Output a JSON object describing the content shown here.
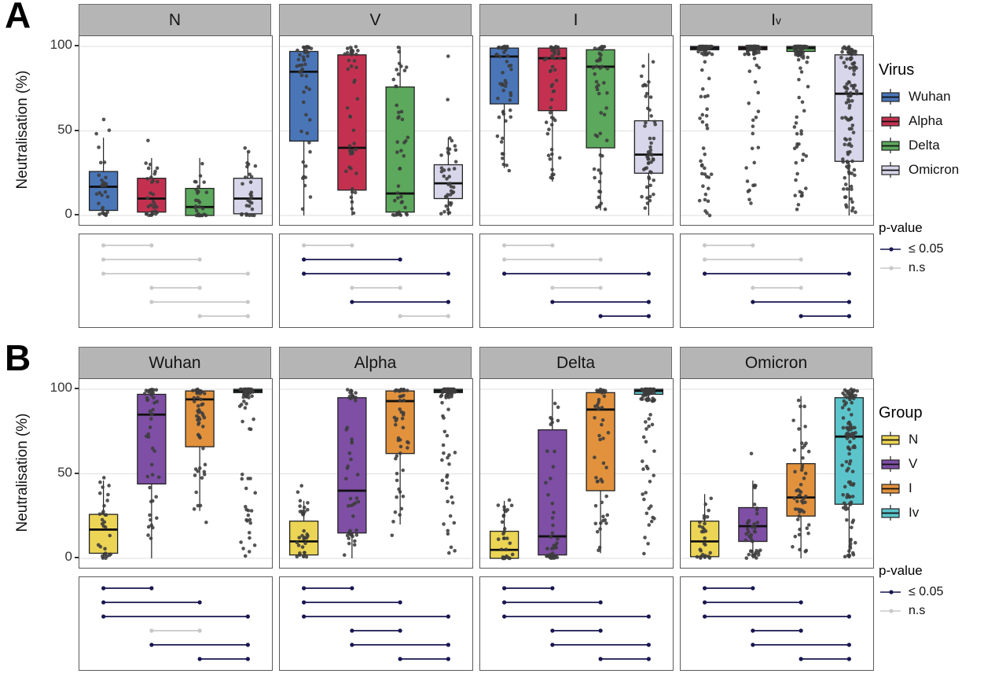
{
  "colors": {
    "strip_bg": "#b5b5b5",
    "grid": "#e4e4e4",
    "panel_border": "#5a5a5a",
    "point": "#3c3c3c",
    "box_stroke": "#222222",
    "sig": "#17164f",
    "ns": "#c8c8c8"
  },
  "chart_data": [
    {
      "panel": "A",
      "type": "boxplot",
      "ylabel": "Neutralisation (%)",
      "ylim": [
        0,
        100
      ],
      "yticks": [
        100,
        50,
        0
      ],
      "legend_title": "Virus",
      "legend": [
        {
          "label": "Wuhan",
          "color": "#4a76b8"
        },
        {
          "label": "Alpha",
          "color": "#c43150"
        },
        {
          "label": "Delta",
          "color": "#5ca85c"
        },
        {
          "label": "Omicron",
          "color": "#d8d6ea"
        }
      ],
      "pvalue": {
        "title": "p-value",
        "sig": "≤ 0.05",
        "ns": "n.s"
      },
      "facets": [
        {
          "title": "N",
          "sub": "",
          "boxes": [
            {
              "g": "Wuhan",
              "c": "#4a76b8",
              "lo": 0,
              "q1": 3,
              "med": 17,
              "q3": 26,
              "hi": 46,
              "pmin": 0,
              "pmax": 61,
              "n": 30,
              "out": 0.15
            },
            {
              "g": "Alpha",
              "c": "#c43150",
              "lo": 0,
              "q1": 2,
              "med": 10,
              "q3": 22,
              "hi": 34,
              "pmin": 0,
              "pmax": 45,
              "n": 32,
              "out": 0.15
            },
            {
              "g": "Delta",
              "c": "#5ca85c",
              "lo": 0,
              "q1": 0,
              "med": 5,
              "q3": 16,
              "hi": 34,
              "pmin": 0,
              "pmax": 40,
              "n": 30,
              "out": 0.15
            },
            {
              "g": "Omicron",
              "c": "#d8d6ea",
              "lo": 0,
              "q1": 1,
              "med": 10,
              "q3": 22,
              "hi": 38,
              "pmin": 0,
              "pmax": 40,
              "n": 28,
              "out": 0.15
            }
          ],
          "sig": [
            {
              "a": 0,
              "b": 1,
              "s": false
            },
            {
              "a": 0,
              "b": 2,
              "s": false
            },
            {
              "a": 0,
              "b": 3,
              "s": false
            },
            {
              "a": 1,
              "b": 2,
              "s": false
            },
            {
              "a": 1,
              "b": 3,
              "s": false
            },
            {
              "a": 2,
              "b": 3,
              "s": false
            }
          ]
        },
        {
          "title": "V",
          "sub": "",
          "boxes": [
            {
              "g": "Wuhan",
              "c": "#4a76b8",
              "lo": 0,
              "q1": 44,
              "med": 85,
              "q3": 97,
              "hi": 100,
              "pmin": 0,
              "pmax": 100,
              "n": 46,
              "out": 0.08
            },
            {
              "g": "Alpha",
              "c": "#c43150",
              "lo": 0,
              "q1": 15,
              "med": 40,
              "q3": 95,
              "hi": 100,
              "pmin": 0,
              "pmax": 100,
              "n": 46,
              "out": 0.08
            },
            {
              "g": "Delta",
              "c": "#5ca85c",
              "lo": 0,
              "q1": 2,
              "med": 13,
              "q3": 76,
              "hi": 100,
              "pmin": 0,
              "pmax": 100,
              "n": 44,
              "out": 0.08
            },
            {
              "g": "Omicron",
              "c": "#d8d6ea",
              "lo": 0,
              "q1": 10,
              "med": 19,
              "q3": 30,
              "hi": 46,
              "pmin": 0,
              "pmax": 100,
              "n": 40,
              "out": 0.1
            }
          ],
          "sig": [
            {
              "a": 0,
              "b": 1,
              "s": false
            },
            {
              "a": 0,
              "b": 2,
              "s": true
            },
            {
              "a": 0,
              "b": 3,
              "s": true
            },
            {
              "a": 1,
              "b": 2,
              "s": false
            },
            {
              "a": 1,
              "b": 3,
              "s": true
            },
            {
              "a": 2,
              "b": 3,
              "s": false
            }
          ]
        },
        {
          "title": "I",
          "sub": "",
          "boxes": [
            {
              "g": "Wuhan",
              "c": "#4a76b8",
              "lo": 28,
              "q1": 66,
              "med": 94,
              "q3": 99,
              "hi": 100,
              "pmin": 15,
              "pmax": 100,
              "n": 52,
              "out": 0.12
            },
            {
              "g": "Alpha",
              "c": "#c43150",
              "lo": 20,
              "q1": 62,
              "med": 93,
              "q3": 99,
              "hi": 100,
              "pmin": 10,
              "pmax": 100,
              "n": 52,
              "out": 0.12
            },
            {
              "g": "Delta",
              "c": "#5ca85c",
              "lo": 3,
              "q1": 40,
              "med": 88,
              "q3": 98,
              "hi": 100,
              "pmin": 0,
              "pmax": 100,
              "n": 52,
              "out": 0.12
            },
            {
              "g": "Omicron",
              "c": "#d8d6ea",
              "lo": 0,
              "q1": 25,
              "med": 36,
              "q3": 56,
              "hi": 96,
              "pmin": 0,
              "pmax": 100,
              "n": 52,
              "out": 0.15
            }
          ],
          "sig": [
            {
              "a": 0,
              "b": 1,
              "s": false
            },
            {
              "a": 0,
              "b": 2,
              "s": false
            },
            {
              "a": 0,
              "b": 3,
              "s": true
            },
            {
              "a": 1,
              "b": 2,
              "s": false
            },
            {
              "a": 1,
              "b": 3,
              "s": true
            },
            {
              "a": 2,
              "b": 3,
              "s": true
            }
          ]
        },
        {
          "title": "I",
          "sub": "v",
          "boxes": [
            {
              "g": "Wuhan",
              "c": "#4a76b8",
              "lo": 95,
              "q1": 98,
              "med": 99,
              "q3": 100,
              "hi": 100,
              "pmin": 0,
              "pmax": 100,
              "n": 85,
              "out": 0.4
            },
            {
              "g": "Alpha",
              "c": "#c43150",
              "lo": 95,
              "q1": 98,
              "med": 99,
              "q3": 100,
              "hi": 100,
              "pmin": 3,
              "pmax": 100,
              "n": 85,
              "out": 0.4
            },
            {
              "g": "Delta",
              "c": "#5ca85c",
              "lo": 93,
              "q1": 97,
              "med": 99,
              "q3": 100,
              "hi": 100,
              "pmin": 2,
              "pmax": 100,
              "n": 85,
              "out": 0.4
            },
            {
              "g": "Omicron",
              "c": "#d8d6ea",
              "lo": 0,
              "q1": 32,
              "med": 72,
              "q3": 95,
              "hi": 100,
              "pmin": 0,
              "pmax": 100,
              "n": 110,
              "out": 0.1
            }
          ],
          "sig": [
            {
              "a": 0,
              "b": 1,
              "s": false
            },
            {
              "a": 0,
              "b": 2,
              "s": false
            },
            {
              "a": 0,
              "b": 3,
              "s": true
            },
            {
              "a": 1,
              "b": 2,
              "s": false
            },
            {
              "a": 1,
              "b": 3,
              "s": true
            },
            {
              "a": 2,
              "b": 3,
              "s": true
            }
          ]
        }
      ]
    },
    {
      "panel": "B",
      "type": "boxplot",
      "ylabel": "Neutralisation (%)",
      "ylim": [
        0,
        100
      ],
      "yticks": [
        100,
        50,
        0
      ],
      "legend_title": "Group",
      "legend": [
        {
          "label": "N",
          "color": "#ecd555"
        },
        {
          "label": "V",
          "color": "#7e4fa5"
        },
        {
          "label": "I",
          "color": "#e2923d"
        },
        {
          "label": "Iv",
          "color": "#5cc5cb"
        }
      ],
      "pvalue": {
        "title": "p-value",
        "sig": "≤ 0.05",
        "ns": "n.s"
      },
      "facets": [
        {
          "title": "Wuhan",
          "sub": "",
          "boxes": [
            {
              "g": "N",
              "c": "#ecd555",
              "lo": 0,
              "q1": 3,
              "med": 17,
              "q3": 26,
              "hi": 46,
              "pmin": 0,
              "pmax": 61,
              "n": 30,
              "out": 0.15
            },
            {
              "g": "V",
              "c": "#7e4fa5",
              "lo": 0,
              "q1": 44,
              "med": 85,
              "q3": 97,
              "hi": 100,
              "pmin": 0,
              "pmax": 100,
              "n": 46,
              "out": 0.08
            },
            {
              "g": "I",
              "c": "#e2923d",
              "lo": 28,
              "q1": 66,
              "med": 94,
              "q3": 99,
              "hi": 100,
              "pmin": 15,
              "pmax": 100,
              "n": 52,
              "out": 0.12
            },
            {
              "g": "Iv",
              "c": "#5cc5cb",
              "lo": 95,
              "q1": 98,
              "med": 99,
              "q3": 100,
              "hi": 100,
              "pmin": 0,
              "pmax": 100,
              "n": 85,
              "out": 0.4
            }
          ],
          "sig": [
            {
              "a": 0,
              "b": 1,
              "s": true
            },
            {
              "a": 0,
              "b": 2,
              "s": true
            },
            {
              "a": 0,
              "b": 3,
              "s": true
            },
            {
              "a": 1,
              "b": 2,
              "s": false
            },
            {
              "a": 1,
              "b": 3,
              "s": true
            },
            {
              "a": 2,
              "b": 3,
              "s": true
            }
          ]
        },
        {
          "title": "Alpha",
          "sub": "",
          "boxes": [
            {
              "g": "N",
              "c": "#ecd555",
              "lo": 0,
              "q1": 2,
              "med": 10,
              "q3": 22,
              "hi": 34,
              "pmin": 0,
              "pmax": 45,
              "n": 32,
              "out": 0.15
            },
            {
              "g": "V",
              "c": "#7e4fa5",
              "lo": 0,
              "q1": 15,
              "med": 40,
              "q3": 95,
              "hi": 100,
              "pmin": 0,
              "pmax": 100,
              "n": 46,
              "out": 0.08
            },
            {
              "g": "I",
              "c": "#e2923d",
              "lo": 20,
              "q1": 62,
              "med": 93,
              "q3": 99,
              "hi": 100,
              "pmin": 10,
              "pmax": 100,
              "n": 52,
              "out": 0.12
            },
            {
              "g": "Iv",
              "c": "#5cc5cb",
              "lo": 95,
              "q1": 98,
              "med": 99,
              "q3": 100,
              "hi": 100,
              "pmin": 3,
              "pmax": 100,
              "n": 85,
              "out": 0.4
            }
          ],
          "sig": [
            {
              "a": 0,
              "b": 1,
              "s": true
            },
            {
              "a": 0,
              "b": 2,
              "s": true
            },
            {
              "a": 0,
              "b": 3,
              "s": true
            },
            {
              "a": 1,
              "b": 2,
              "s": true
            },
            {
              "a": 1,
              "b": 3,
              "s": true
            },
            {
              "a": 2,
              "b": 3,
              "s": true
            }
          ]
        },
        {
          "title": "Delta",
          "sub": "",
          "boxes": [
            {
              "g": "N",
              "c": "#ecd555",
              "lo": 0,
              "q1": 0,
              "med": 5,
              "q3": 16,
              "hi": 34,
              "pmin": 0,
              "pmax": 40,
              "n": 30,
              "out": 0.15
            },
            {
              "g": "V",
              "c": "#7e4fa5",
              "lo": 0,
              "q1": 2,
              "med": 13,
              "q3": 76,
              "hi": 100,
              "pmin": 0,
              "pmax": 100,
              "n": 44,
              "out": 0.08
            },
            {
              "g": "I",
              "c": "#e2923d",
              "lo": 3,
              "q1": 40,
              "med": 88,
              "q3": 98,
              "hi": 100,
              "pmin": 0,
              "pmax": 100,
              "n": 52,
              "out": 0.12
            },
            {
              "g": "Iv",
              "c": "#5cc5cb",
              "lo": 93,
              "q1": 97,
              "med": 99,
              "q3": 100,
              "hi": 100,
              "pmin": 2,
              "pmax": 100,
              "n": 85,
              "out": 0.4
            }
          ],
          "sig": [
            {
              "a": 0,
              "b": 1,
              "s": true
            },
            {
              "a": 0,
              "b": 2,
              "s": true
            },
            {
              "a": 0,
              "b": 3,
              "s": true
            },
            {
              "a": 1,
              "b": 2,
              "s": true
            },
            {
              "a": 1,
              "b": 3,
              "s": true
            },
            {
              "a": 2,
              "b": 3,
              "s": true
            }
          ]
        },
        {
          "title": "Omicron",
          "sub": "",
          "boxes": [
            {
              "g": "N",
              "c": "#ecd555",
              "lo": 0,
              "q1": 1,
              "med": 10,
              "q3": 22,
              "hi": 38,
              "pmin": 0,
              "pmax": 40,
              "n": 28,
              "out": 0.15
            },
            {
              "g": "V",
              "c": "#7e4fa5",
              "lo": 0,
              "q1": 10,
              "med": 19,
              "q3": 30,
              "hi": 46,
              "pmin": 0,
              "pmax": 100,
              "n": 40,
              "out": 0.1
            },
            {
              "g": "I",
              "c": "#e2923d",
              "lo": 0,
              "q1": 25,
              "med": 36,
              "q3": 56,
              "hi": 96,
              "pmin": 0,
              "pmax": 100,
              "n": 52,
              "out": 0.15
            },
            {
              "g": "Iv",
              "c": "#5cc5cb",
              "lo": 0,
              "q1": 32,
              "med": 72,
              "q3": 95,
              "hi": 100,
              "pmin": 0,
              "pmax": 100,
              "n": 110,
              "out": 0.1
            }
          ],
          "sig": [
            {
              "a": 0,
              "b": 1,
              "s": true
            },
            {
              "a": 0,
              "b": 2,
              "s": true
            },
            {
              "a": 0,
              "b": 3,
              "s": true
            },
            {
              "a": 1,
              "b": 2,
              "s": true
            },
            {
              "a": 1,
              "b": 3,
              "s": true
            },
            {
              "a": 2,
              "b": 3,
              "s": true
            }
          ]
        }
      ]
    }
  ]
}
